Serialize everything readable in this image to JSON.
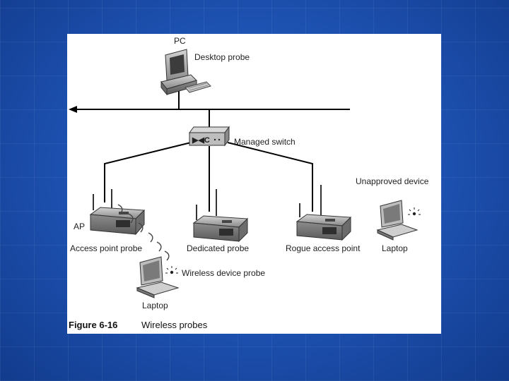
{
  "labels": {
    "pc": "PC",
    "desktop_probe": "Desktop probe",
    "managed_switch": "Managed switch",
    "unapproved_device": "Unapproved device",
    "ap": "AP",
    "access_point_probe": "Access point probe",
    "dedicated_probe": "Dedicated probe",
    "rogue_access_point": "Rogue access point",
    "laptop_right": "Laptop",
    "wireless_device_probe": "Wireless device probe",
    "laptop_bottom": "Laptop"
  },
  "caption": {
    "number": "Figure 6-16",
    "title": "Wireless probes"
  },
  "colors": {
    "slide_background": "#1c4fae",
    "panel": "#ffffff",
    "device_body": "#9a9a9a",
    "device_dark": "#4a4a4a",
    "wire": "#000000"
  }
}
